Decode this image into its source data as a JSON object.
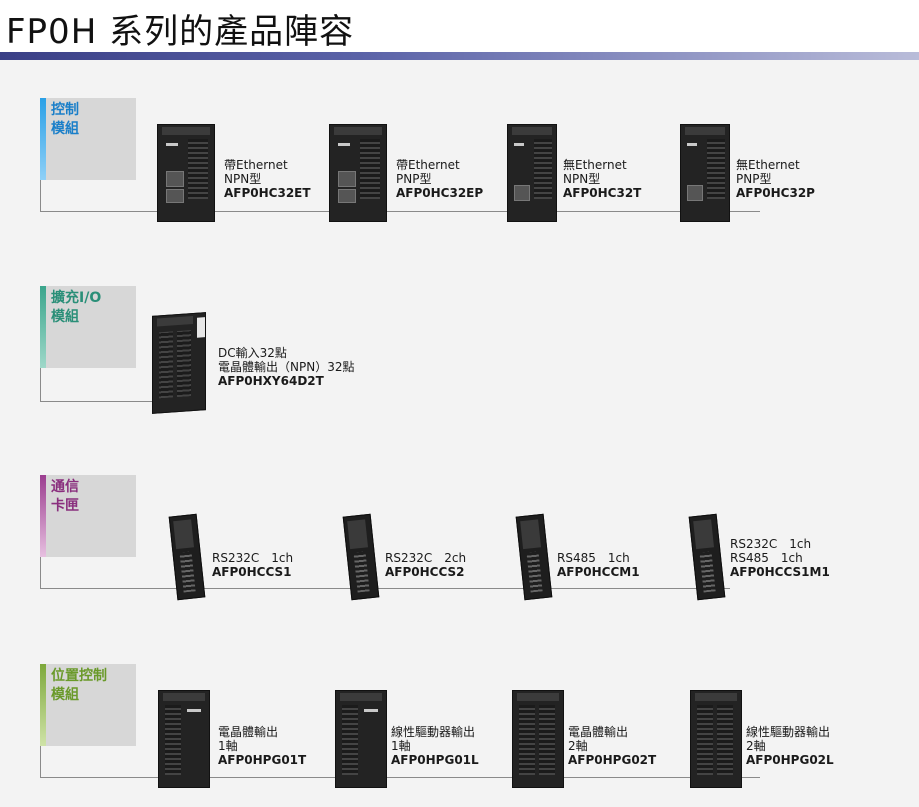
{
  "page_title": "FP0H 系列的產品陣容",
  "colors": {
    "title_bar": "#3a3f86",
    "control": "#2aa0e6",
    "expansion": "#3aa58c",
    "comm": "#9b3d8f",
    "position": "#7da83a"
  },
  "sections": [
    {
      "label": "控制\n模組",
      "items": [
        {
          "line1": "帶Ethernet",
          "line2": "NPN型",
          "code": "AFP0HC32ET"
        },
        {
          "line1": "帶Ethernet",
          "line2": "PNP型",
          "code": "AFP0HC32EP"
        },
        {
          "line1": "無Ethernet",
          "line2": "NPN型",
          "code": "AFP0HC32T"
        },
        {
          "line1": "無Ethernet",
          "line2": "PNP型",
          "code": "AFP0HC32P"
        }
      ]
    },
    {
      "label": "擴充I/O\n模組",
      "items": [
        {
          "line1": "DC輸入32點",
          "line2": "電晶體輸出（NPN）32點",
          "code": "AFP0HXY64D2T"
        }
      ]
    },
    {
      "label": "通信\n卡匣",
      "items": [
        {
          "line1": "",
          "line2": "RS232C　1ch",
          "code": "AFP0HCCS1"
        },
        {
          "line1": "",
          "line2": "RS232C　2ch",
          "code": "AFP0HCCS2"
        },
        {
          "line1": "",
          "line2": "RS485　1ch",
          "code": "AFP0HCCM1"
        },
        {
          "line1": "RS232C　1ch",
          "line2": "RS485　1ch",
          "code": "AFP0HCCS1M1"
        }
      ]
    },
    {
      "label": "位置控制\n模組",
      "items": [
        {
          "line1": "電晶體輸出",
          "line2": "1軸",
          "code": "AFP0HPG01T"
        },
        {
          "line1": "線性驅動器輸出",
          "line2": "1軸",
          "code": "AFP0HPG01L"
        },
        {
          "line1": "電晶體輸出",
          "line2": "2軸",
          "code": "AFP0HPG02T"
        },
        {
          "line1": "線性驅動器輸出",
          "line2": "2軸",
          "code": "AFP0HPG02L"
        }
      ]
    }
  ]
}
